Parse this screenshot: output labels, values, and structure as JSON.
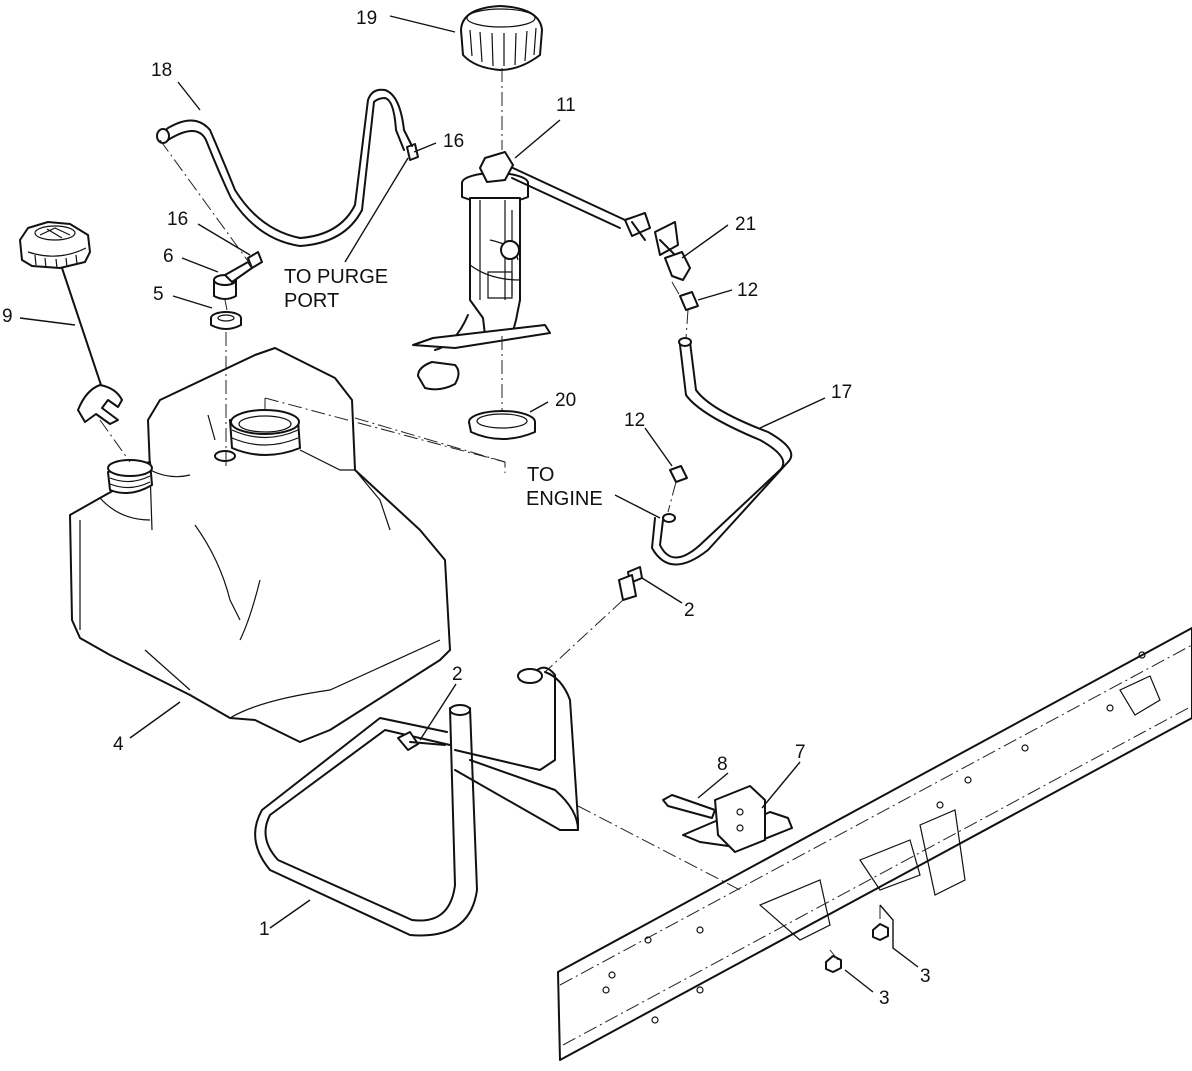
{
  "callouts": {
    "c19": "19",
    "c18": "18",
    "c11": "11",
    "c16a": "16",
    "c16b": "16",
    "c6": "6",
    "c5": "5",
    "c9": "9",
    "c21": "21",
    "c12a": "12",
    "c12b": "12",
    "c17": "17",
    "c20": "20",
    "c2a": "2",
    "c2b": "2",
    "c4": "4",
    "c8": "8",
    "c7": "7",
    "c1": "1",
    "c3a": "3",
    "c3b": "3"
  },
  "notes": {
    "purge_line1": "TO PURGE",
    "purge_line2": "PORT",
    "engine_line1": "TO",
    "engine_line2": "ENGINE"
  }
}
